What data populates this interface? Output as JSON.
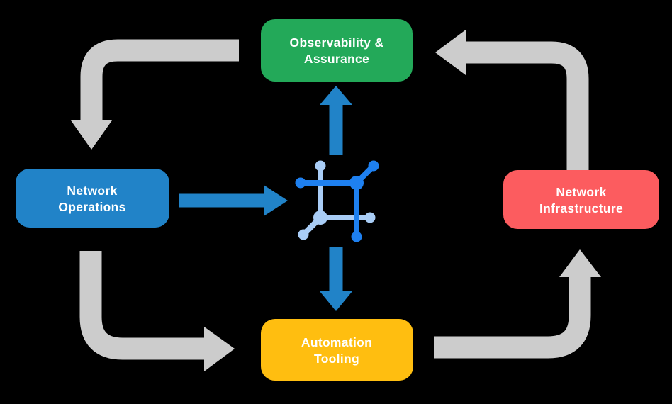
{
  "colors": {
    "background": "#000000",
    "box_green": "#23A959",
    "box_blue": "#2183C8",
    "box_red": "#FC5C5F",
    "box_yellow": "#FFBE10",
    "box_text": "#FFFFFF",
    "arrow_gray": "#CCCCCC",
    "arrow_blue": "#2183C8",
    "icon_dark": "#1E80F0",
    "icon_light": "#A9CDF6"
  },
  "boxes": {
    "observability": {
      "lines": [
        "Observability &",
        "Assurance"
      ]
    },
    "operations": {
      "lines": [
        "Network",
        "Operations"
      ]
    },
    "infrastructure": {
      "lines": [
        "Network",
        "Infrastructure"
      ]
    },
    "automation": {
      "lines": [
        "Automation",
        "Tooling"
      ]
    }
  },
  "icons": {
    "center": "network-fabric-icon"
  }
}
